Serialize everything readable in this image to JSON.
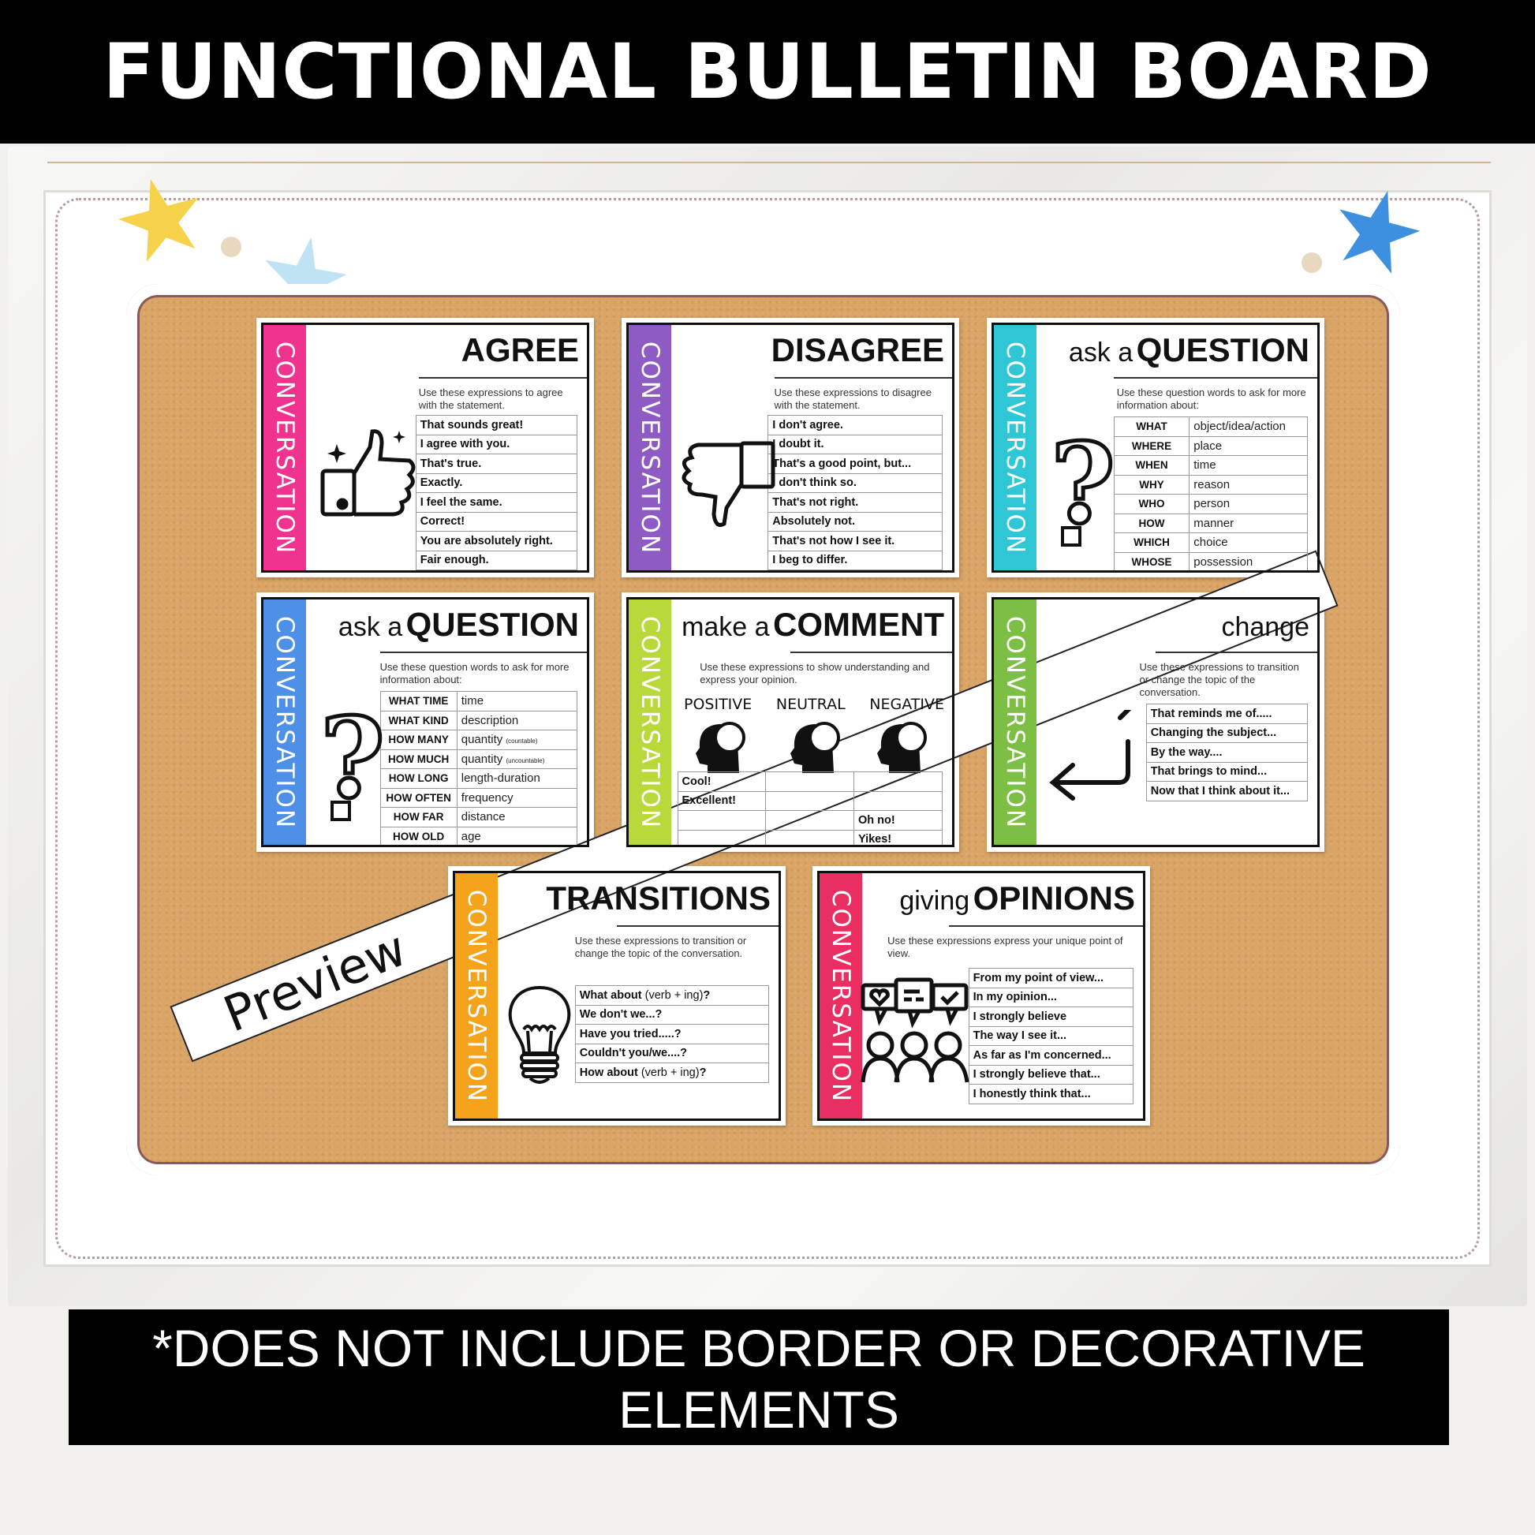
{
  "header": {
    "title": "FUNCTIONAL BULLETIN BOARD"
  },
  "footer": {
    "line1": "*DOES NOT INCLUDE BORDER OR DECORATIVE",
    "line2": "ELEMENTS"
  },
  "watermark": {
    "label": "Preview"
  },
  "stripe_label": "CONVERSATION",
  "colors": {
    "pink": "#f0338e",
    "purple": "#8e5bc5",
    "cyan": "#2fc6d6",
    "blue": "#4e8fe8",
    "lime": "#b9d93a",
    "green": "#7dbf45",
    "orange": "#f5a31a",
    "rose": "#ea2e62",
    "cork": "#d9a466"
  },
  "cards": [
    {
      "color": "pink",
      "icon": "thumbs-up-icon",
      "title_light": "",
      "title_bold": "AGREE",
      "description": "Use these expressions to agree with the statement.",
      "rows": [
        "That sounds great!",
        "I agree with you.",
        "That's true.",
        "Exactly.",
        "I feel the same.",
        "Correct!",
        "You are absolutely right.",
        "Fair enough."
      ]
    },
    {
      "color": "purple",
      "icon": "thumbs-down-icon",
      "title_light": "",
      "title_bold": "DISAGREE",
      "description": "Use these expressions to disagree with the statement.",
      "rows": [
        "I don't agree.",
        "I doubt it.",
        "That's a good point, but...",
        "I don't think so.",
        "That's not right.",
        "Absolutely not.",
        "That's not how I see it.",
        "I beg to differ."
      ]
    },
    {
      "color": "cyan",
      "icon": "question-mark-icon",
      "title_light": "ask a",
      "title_bold": "QUESTION",
      "description": "Use these question words to ask for more information about:",
      "pairs": [
        [
          "WHAT",
          "object/idea/action"
        ],
        [
          "WHERE",
          "place"
        ],
        [
          "WHEN",
          "time"
        ],
        [
          "WHY",
          "reason"
        ],
        [
          "WHO",
          "person"
        ],
        [
          "HOW",
          "manner"
        ],
        [
          "WHICH",
          "choice"
        ],
        [
          "WHOSE",
          "possession"
        ]
      ]
    },
    {
      "color": "blue",
      "icon": "question-mark-icon",
      "title_light": "ask a",
      "title_bold": "QUESTION",
      "description": "Use these question words to ask for more information about:",
      "pairs": [
        [
          "WHAT TIME",
          "time"
        ],
        [
          "WHAT KIND",
          "description"
        ],
        [
          "HOW MANY",
          "quantity",
          "(countable)"
        ],
        [
          "HOW MUCH",
          "quantity",
          "(uncountable)"
        ],
        [
          "HOW LONG",
          "length-duration"
        ],
        [
          "HOW OFTEN",
          "frequency"
        ],
        [
          "HOW FAR",
          "distance"
        ],
        [
          "HOW OLD",
          "age"
        ]
      ]
    },
    {
      "color": "lime",
      "icon": "head-icons",
      "title_light": "make a",
      "title_bold": "COMMENT",
      "description": "Use these expressions to show understanding and express your opinion.",
      "columns": [
        "POSITIVE",
        "NEUTRAL",
        "NEGATIVE"
      ],
      "grid": [
        [
          "Cool!",
          "",
          ""
        ],
        [
          "Excellent!",
          "",
          ""
        ],
        [
          "",
          "",
          "Oh no!"
        ],
        [
          "",
          "",
          "Yikes!"
        ]
      ]
    },
    {
      "color": "green",
      "icon": "return-arrow-icon",
      "title_light": "change",
      "title_bold": "",
      "description": "Use these expressions to transition or change the topic of the conversation.",
      "rows": [
        "That reminds me of.....",
        "Changing the subject...",
        "By the way....",
        "That brings to mind...",
        "Now that I think about it..."
      ]
    },
    {
      "color": "orange",
      "icon": "lightbulb-icon",
      "title_light": "",
      "title_bold": "TRANSITIONS",
      "description": "Use these expressions to transition or change the topic of the conversation.",
      "rows": [
        [
          "What about",
          " (verb + ing)",
          "?"
        ],
        [
          "We don't we...?"
        ],
        [
          "Have you tried.....?"
        ],
        [
          "Couldn't you/we....?"
        ],
        [
          "How about",
          " (verb + ing)",
          "?"
        ]
      ]
    },
    {
      "color": "rose",
      "icon": "people-speech-icon",
      "title_light": "giving",
      "title_bold": "OPINIONS",
      "description": "Use these expressions express your unique point of view.",
      "rows": [
        "From my point of view...",
        "In my opinion...",
        "I strongly believe",
        "The way I see it...",
        "As far as I'm concerned...",
        "I strongly believe that...",
        "I honestly think that..."
      ]
    }
  ]
}
